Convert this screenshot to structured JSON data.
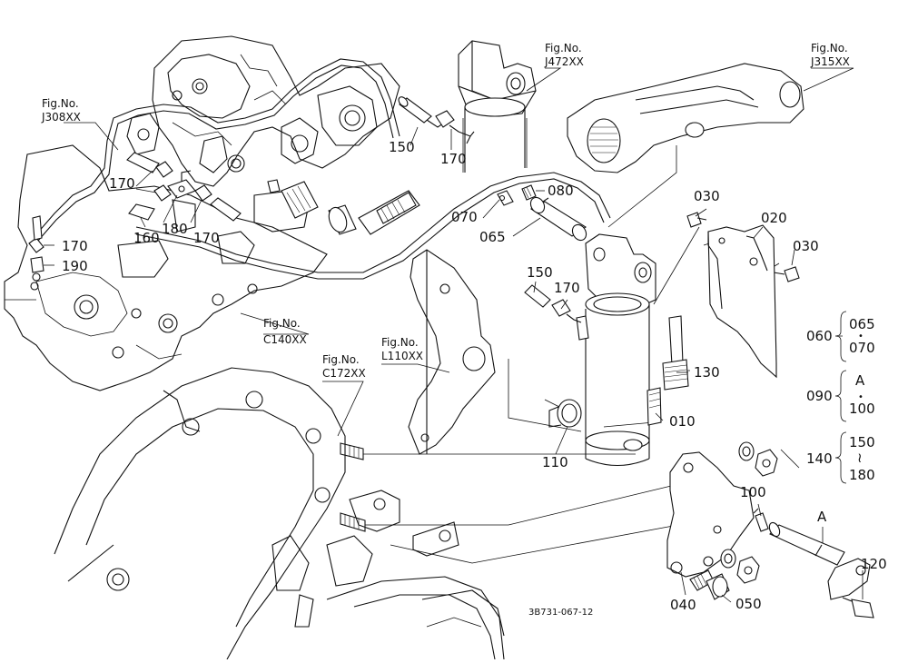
{
  "fig_refs": [
    {
      "id": "j308",
      "title": "Fig.No.",
      "code": "J308XX"
    },
    {
      "id": "j472",
      "title": "Fig.No.",
      "code": "J472XX"
    },
    {
      "id": "j315",
      "title": "Fig.No.",
      "code": "J315XX"
    },
    {
      "id": "c140",
      "title": "Fig.No.",
      "code": "C140XX"
    },
    {
      "id": "l110",
      "title": "Fig.No.",
      "code": "L110XX"
    },
    {
      "id": "c172",
      "title": "Fig.No.",
      "code": "C172XX"
    }
  ],
  "callouts": {
    "p010": "010",
    "p020": "020",
    "p030a": "030",
    "p030b": "030",
    "p040": "040",
    "p050": "050",
    "p065": "065",
    "p070": "070",
    "p080": "080",
    "p100": "100",
    "p110": "110",
    "p120": "120",
    "p130": "130",
    "p150a": "150",
    "p150b": "150",
    "p160": "160",
    "p170a": "170",
    "p170b": "170",
    "p170c": "170",
    "p170d": "170",
    "p170e": "170",
    "p180": "180",
    "p190": "190",
    "marker_a": "A"
  },
  "sets": {
    "s060": {
      "main": "060",
      "top": "065",
      "sep": "•",
      "bottom": "070"
    },
    "s090": {
      "main": "090",
      "top": "A",
      "sep": "•",
      "bottom": "100"
    },
    "s140": {
      "main": "140",
      "top": "150",
      "sep": "≀",
      "bottom": "180"
    }
  },
  "drawing_code": "3B731-067-12"
}
